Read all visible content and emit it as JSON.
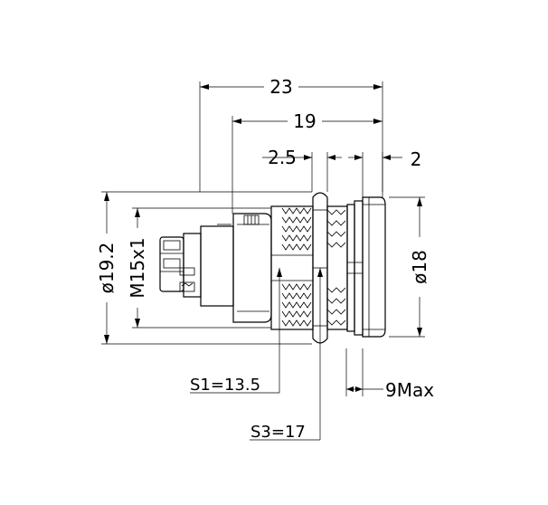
{
  "dimensions": {
    "overall_length": "23",
    "body_length": "19",
    "flange_offset": "2.5",
    "rear_thickness": "2",
    "outer_diameter": "ø19.2",
    "thread": "M15x1",
    "front_diameter": "ø18",
    "panel_max": "9Max",
    "wrench_s1": "S1=13.5",
    "wrench_s3": "S3=17"
  }
}
